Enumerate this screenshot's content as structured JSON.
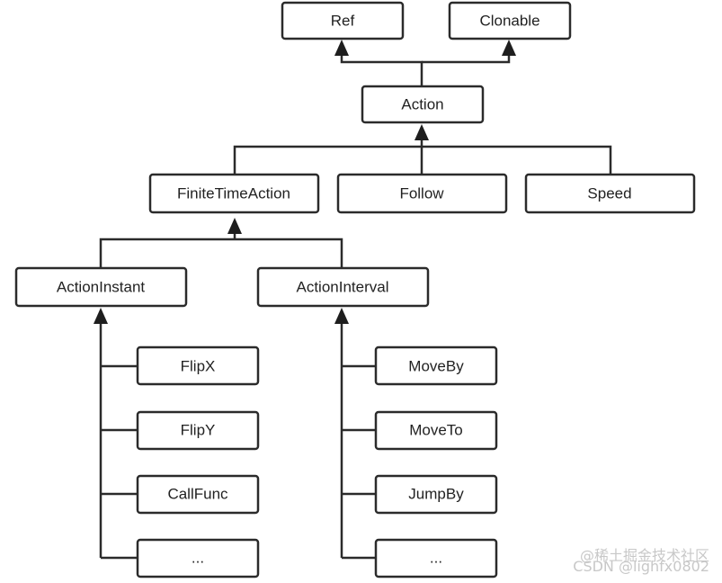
{
  "nodes": {
    "ref": "Ref",
    "clonable": "Clonable",
    "action": "Action",
    "finite_time_action": "FiniteTimeAction",
    "follow": "Follow",
    "speed": "Speed",
    "action_instant": "ActionInstant",
    "action_interval": "ActionInterval",
    "flipx": "FlipX",
    "flipy": "FlipY",
    "callfunc": "CallFunc",
    "instant_more": "...",
    "moveby": "MoveBy",
    "moveto": "MoveTo",
    "jumpby": "JumpBy",
    "interval_more": "..."
  },
  "watermark": {
    "line1": "@稀土掘金技术社区",
    "line2": "CSDN @lighfx0802"
  }
}
